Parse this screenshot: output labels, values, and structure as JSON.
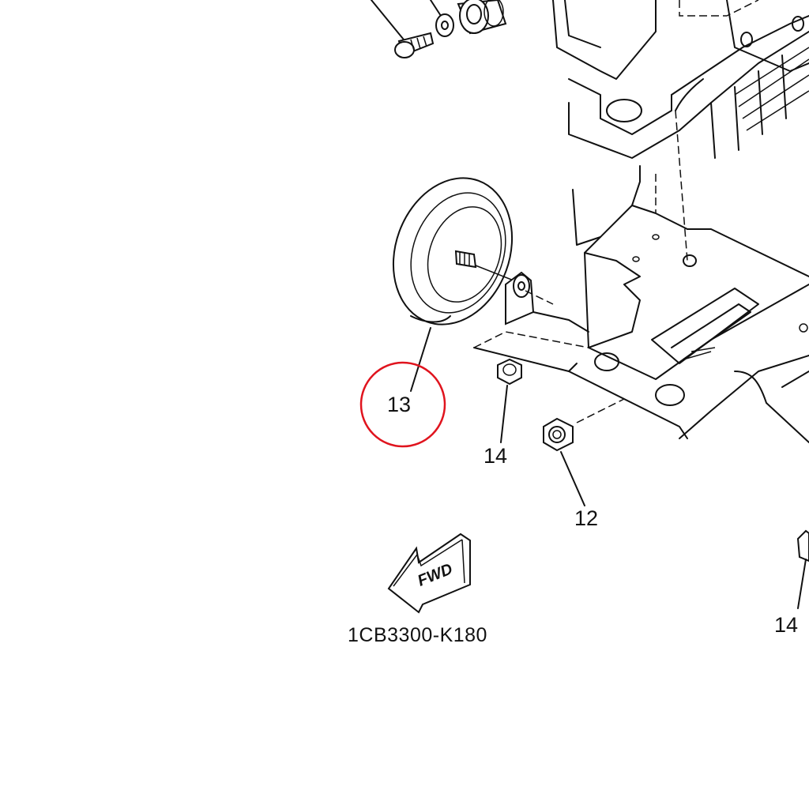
{
  "diagram": {
    "callouts": [
      {
        "number": "13",
        "highlighted": true
      },
      {
        "number": "14"
      },
      {
        "number": "12"
      },
      {
        "number": "14"
      }
    ],
    "direction_arrow": "FWD",
    "figure_code": "1CB3300-K180",
    "highlight_color": "#e0141e"
  }
}
